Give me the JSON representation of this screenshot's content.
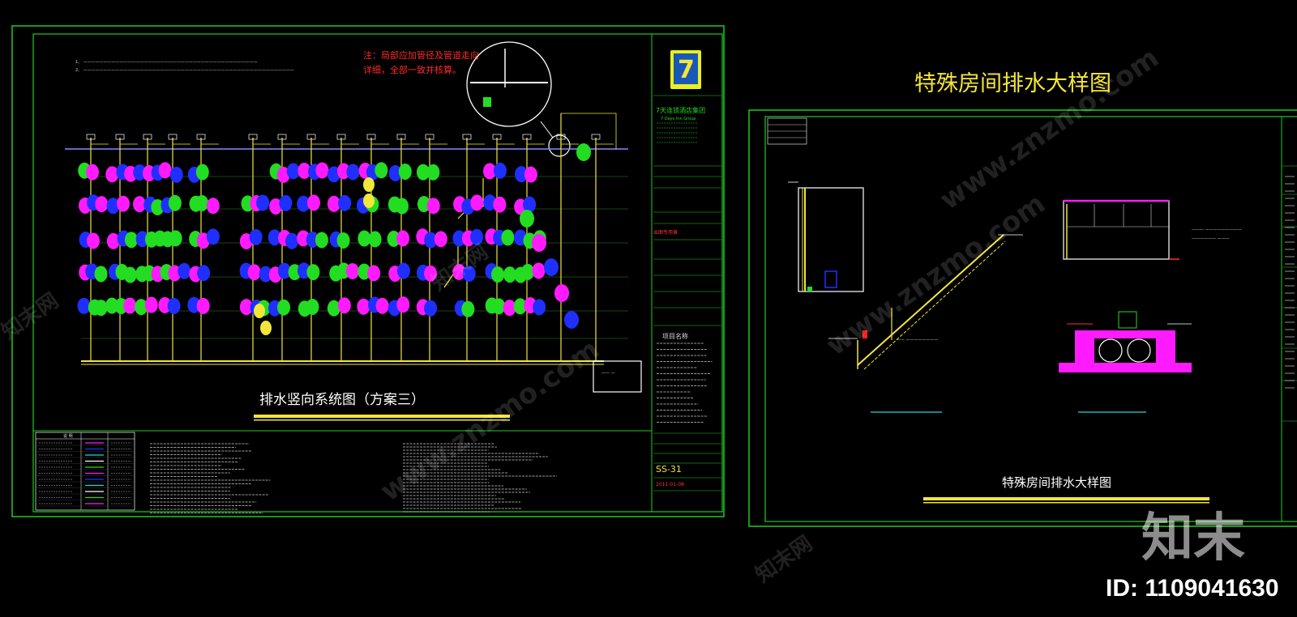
{
  "sheet1": {
    "title": "排水竖向系统图（方案三）",
    "notes_label": "说 明",
    "red_note_line1": "注：局部应加管径及管道走向",
    "red_note_line2": "详细，全部一致并核算。",
    "drawing_no": "SS-31",
    "date_label": "2011-01-08",
    "company_short": "7天连锁酒店集团",
    "company_en": "7 Days Inn Group",
    "logo_glyph": "7",
    "project_label": "项目名称",
    "stamp_label": "出图专用章"
  },
  "sheet2": {
    "top_title": "特殊房间排水大样图",
    "bottom_title": "特殊房间排水大样图"
  },
  "watermark": {
    "brand": "知末",
    "id_text": "ID: 1109041630",
    "site": "www.znzmo.com",
    "site_cn": "知末网"
  },
  "colors": {
    "frame_green": "#1fcc1f",
    "pipe_yellow": "#f2e63a",
    "magenta": "#ff1aff",
    "blue": "#1f2fff",
    "green": "#22dd22",
    "cyan": "#19d6e0"
  }
}
